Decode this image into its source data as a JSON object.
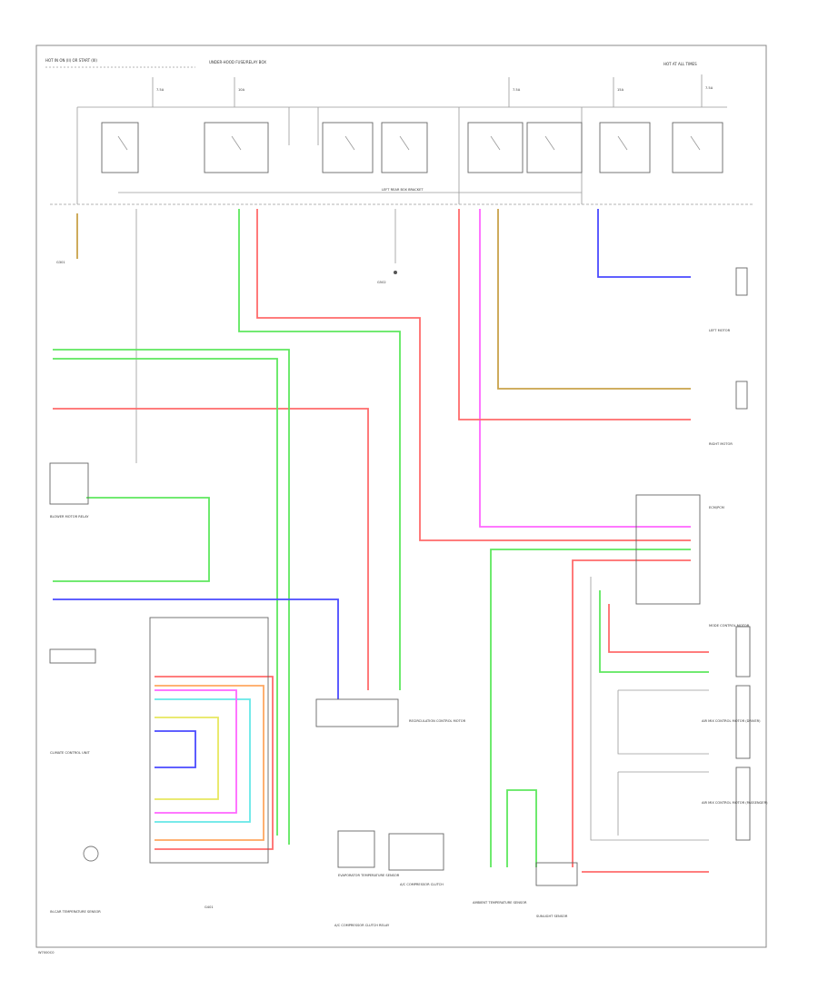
{
  "page": {
    "footer": "W7000C0"
  },
  "labels": {
    "top_left": "HOT IN ON (II) OR START (III)",
    "top_center": "UNDER-HOOD FUSE/RELAY BOX",
    "top_right": "HOT AT ALL TIMES",
    "under_hood_relay": "LEFT REAR BOX BRACKET",
    "blower_switch": "BLOWER MOTOR RELAY",
    "left_ground": "G301",
    "mid_ground": "G502",
    "fan_sensor": "RECIRCULATION CONTROL MOTOR",
    "climate_unit": "CLIMATE CONTROL UNIT",
    "thermistor": "EVAPORATOR TEMPERATURE SENSOR",
    "compressor": "A/C COMPRESSOR CLUTCH",
    "ac_relay": "A/C COMPRESSOR CLUTCH RELAY",
    "ambient": "AMBIENT TEMPERATURE SENSOR",
    "sunlight": "SUNLIGHT SENSOR",
    "left_motor": "LEFT MOTOR",
    "right_motor": "RIGHT MOTOR",
    "ecm": "ECM/PCM",
    "mode_motor": "MODE CONTROL MOTOR",
    "air_mix_driver": "AIR MIX CONTROL MOTOR (DRIVER)",
    "air_mix_pass": "AIR MIX CONTROL MOTOR (PASSENGER)",
    "temp_sensor_in": "IN-CAR TEMPERATURE SENSOR",
    "ground_note": "G401"
  },
  "fuses": [
    {
      "id": "f1",
      "text": "7.5A"
    },
    {
      "id": "f2",
      "text": "10A"
    },
    {
      "id": "f3",
      "text": "7.5A"
    },
    {
      "id": "f4",
      "text": "15A"
    },
    {
      "id": "f5",
      "text": "7.5A"
    }
  ],
  "colors": {
    "green": "#5ee85e",
    "red": "#ff6b6b",
    "pink": "#ff66ff",
    "blue": "#4a4aff",
    "tan": "#c9a24a",
    "cyan": "#66e8e8",
    "yellow": "#e8e85e",
    "orange": "#ffa860",
    "gray": "#9a9a9a",
    "dark": "#555555"
  }
}
